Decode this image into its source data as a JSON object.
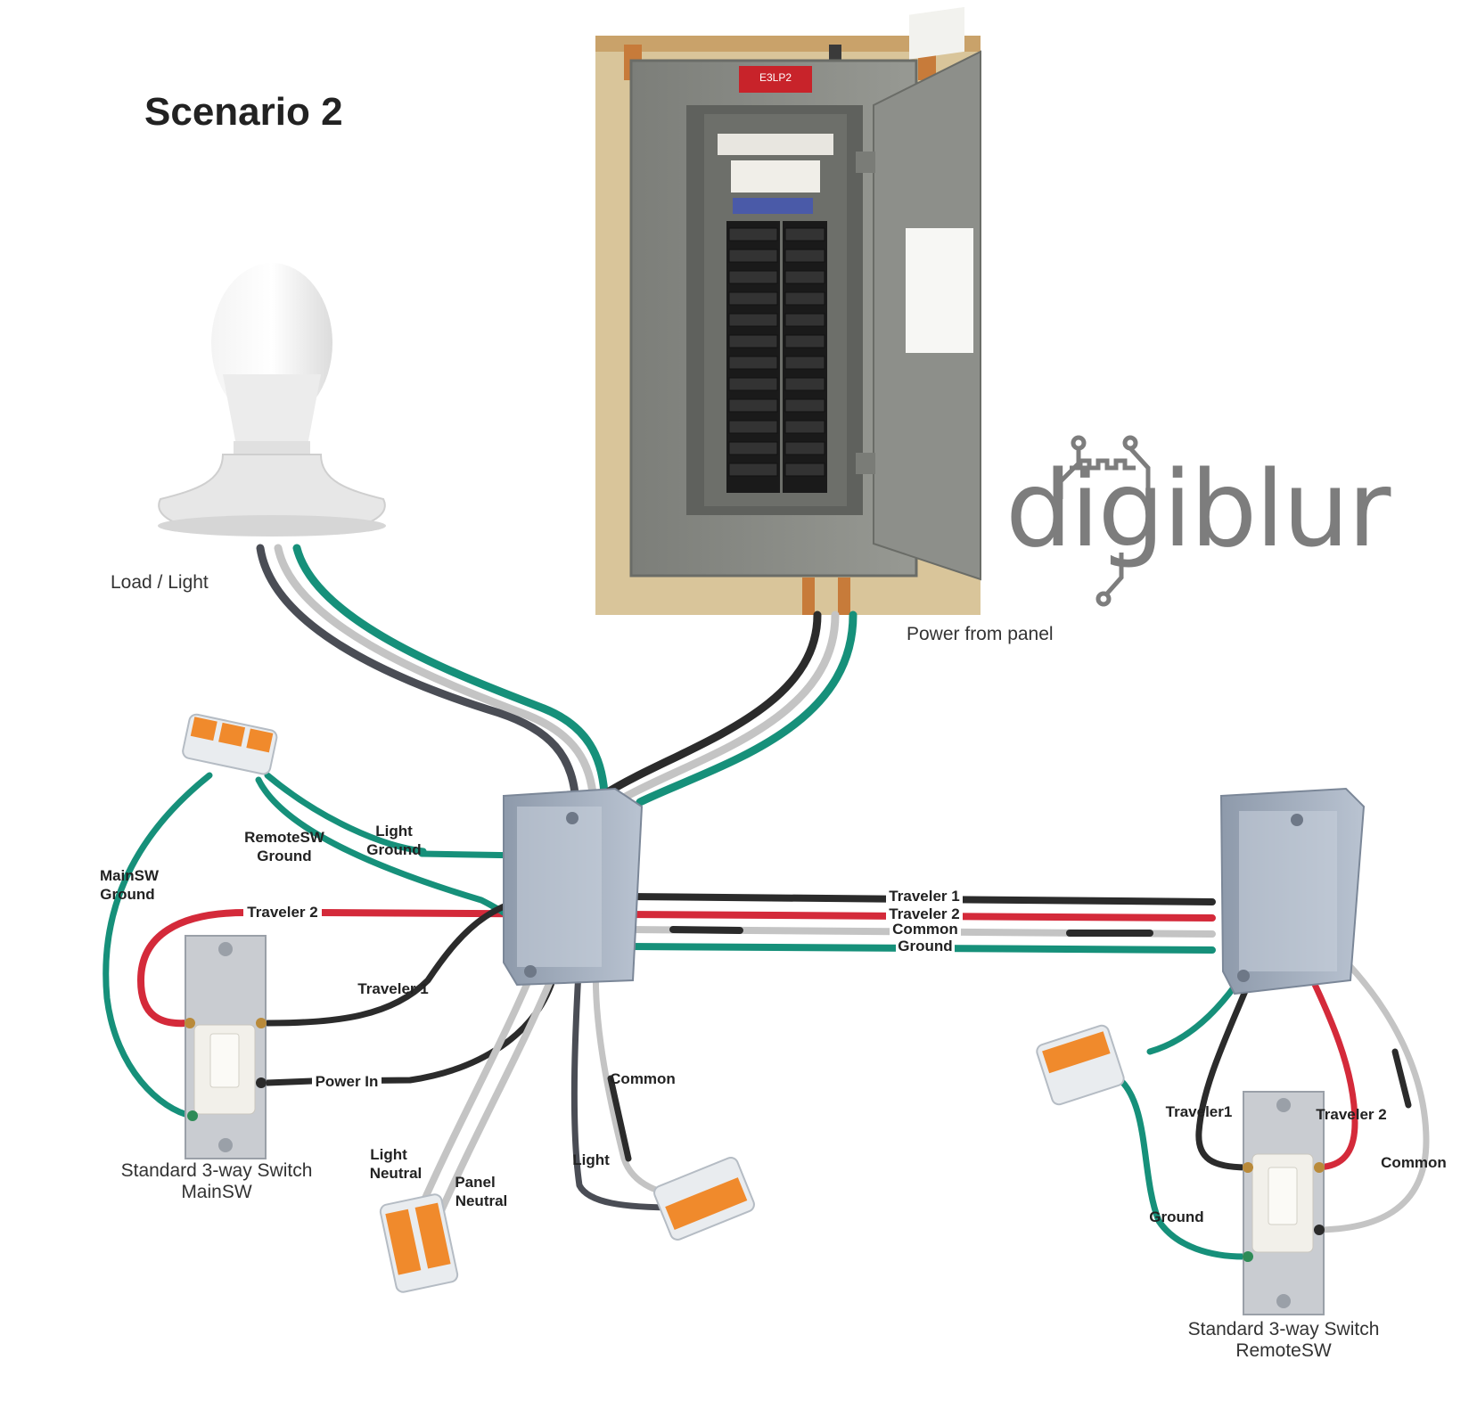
{
  "title": "Scenario 2",
  "logo_text": "digiblur",
  "panel_label_text": "E3LP2",
  "captions": {
    "load_light": "Load / Light",
    "power_from_panel": "Power from panel",
    "main_switch_line1": "Standard 3-way Switch",
    "main_switch_line2": "MainSW",
    "remote_switch_line1": "Standard 3-way Switch",
    "remote_switch_line2": "RemoteSW"
  },
  "wire_labels": {
    "light_ground_1": "Light",
    "light_ground_2": "Ground",
    "remotesw_ground_1": "RemoteSW",
    "remotesw_ground_2": "Ground",
    "mainsw_ground_1": "MainSW",
    "mainsw_ground_2": "Ground",
    "traveler2_main": "Traveler 2",
    "traveler1_main": "Traveler 1",
    "power_in": "Power In",
    "light_neutral_1": "Light",
    "light_neutral_2": "Neutral",
    "panel_neutral_1": "Panel",
    "panel_neutral_2": "Neutral",
    "common_center": "Common",
    "light_center": "Light",
    "run_traveler1": "Traveler 1",
    "run_traveler2": "Traveler 2",
    "run_common": "Common",
    "run_ground": "Ground",
    "remote_traveler1": "Traveler1",
    "remote_traveler2": "Traveler 2",
    "remote_common": "Common",
    "remote_ground": "Ground"
  },
  "colors": {
    "hot_black": "#2b2b2b",
    "neutral_white": "#c4c4c4",
    "ground_green": "#16907a",
    "traveler_red": "#d42a3a",
    "light_dark": "#4a4d55",
    "connector_orange": "#f08a2c",
    "box_grey": "#a9b4c4",
    "panel_grey": "#8a8c86"
  },
  "icons": [
    "light-bulb-icon",
    "breaker-panel-icon",
    "junction-box-icon",
    "three-way-switch-icon",
    "lever-connector-icon",
    "digiblur-logo-icon"
  ]
}
